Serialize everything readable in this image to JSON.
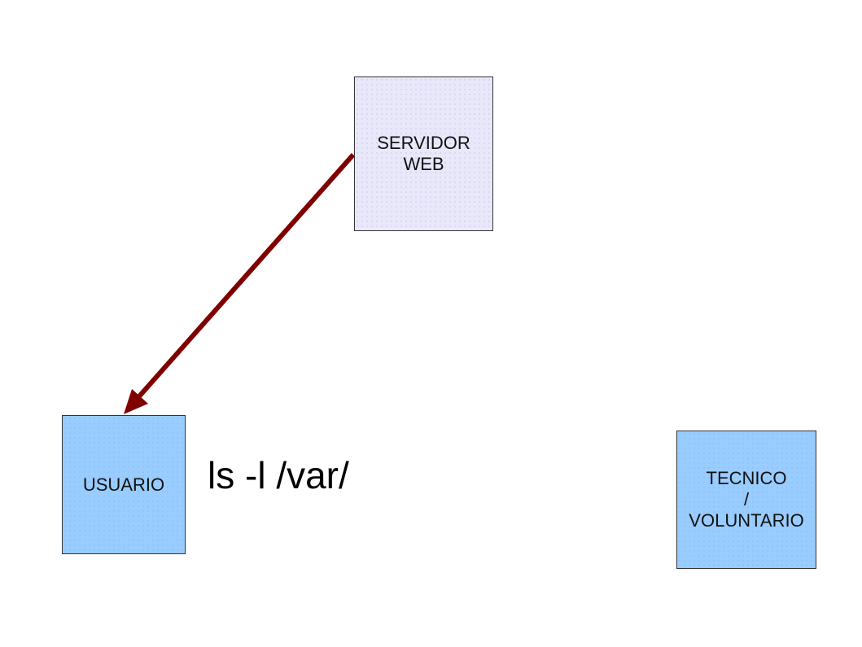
{
  "diagram": {
    "nodes": {
      "server": {
        "line1": "SERVIDOR",
        "line2": "WEB",
        "fill": "#e8e8fa"
      },
      "user": {
        "label": "USUARIO",
        "fill": "#99ccff"
      },
      "tech": {
        "line1": "TECNICO",
        "line2": "/",
        "line3": "VOLUNTARIO",
        "fill": "#99ccff"
      }
    },
    "command": "ls -l /var/",
    "edges": [
      {
        "from": "SERVIDOR WEB",
        "to": "USUARIO",
        "color": "#800000"
      }
    ]
  }
}
